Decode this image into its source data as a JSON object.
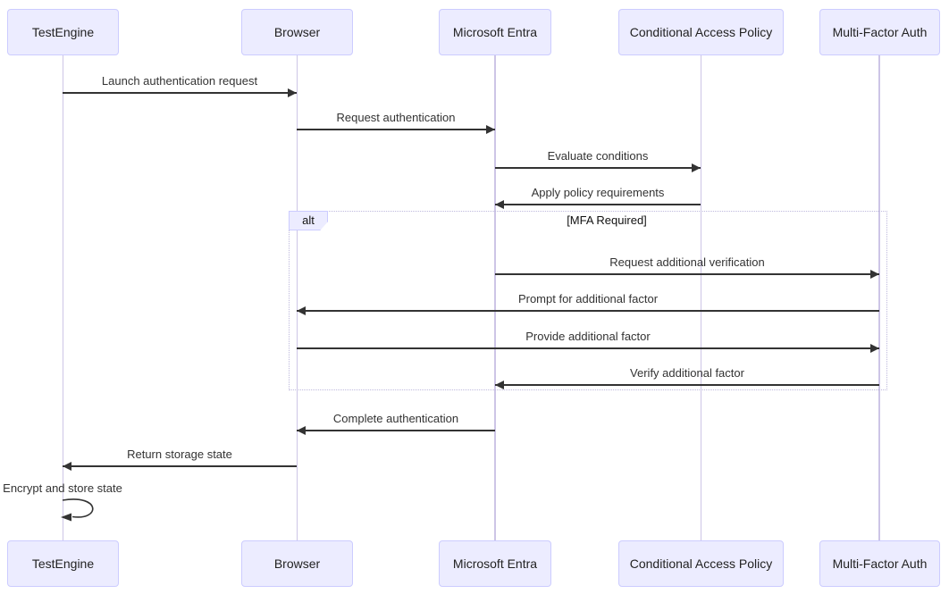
{
  "diagram": {
    "kind": "sequence-diagram",
    "colors": {
      "actor_fill": "#ECECFF",
      "actor_border": "#CCCCFF",
      "lifeline": "#CDC5E6",
      "arrow": "#333333",
      "text": "#333333",
      "frame_border": "#BEB9DD"
    },
    "participants": [
      {
        "name": "TestEngine"
      },
      {
        "name": "Browser"
      },
      {
        "name": "Microsoft Entra"
      },
      {
        "name": "Conditional Access Policy"
      },
      {
        "name": "Multi-Factor Auth"
      }
    ],
    "messages": [
      {
        "from": "TestEngine",
        "to": "Browser",
        "label": "Launch authentication request",
        "style": "solid-arrow"
      },
      {
        "from": "Browser",
        "to": "Microsoft Entra",
        "label": "Request authentication",
        "style": "solid-arrow"
      },
      {
        "from": "Microsoft Entra",
        "to": "Conditional Access Policy",
        "label": "Evaluate conditions",
        "style": "solid-arrow"
      },
      {
        "from": "Conditional Access Policy",
        "to": "Microsoft Entra",
        "label": "Apply policy requirements",
        "style": "solid-arrow"
      },
      {
        "from": "Microsoft Entra",
        "to": "Multi-Factor Auth",
        "label": "Request additional verification",
        "style": "solid-arrow"
      },
      {
        "from": "Multi-Factor Auth",
        "to": "Browser",
        "label": "Prompt for additional factor",
        "style": "solid-arrow"
      },
      {
        "from": "Browser",
        "to": "Multi-Factor Auth",
        "label": "Provide additional factor",
        "style": "solid-arrow"
      },
      {
        "from": "Multi-Factor Auth",
        "to": "Microsoft Entra",
        "label": "Verify additional factor",
        "style": "solid-arrow"
      },
      {
        "from": "Microsoft Entra",
        "to": "Browser",
        "label": "Complete authentication",
        "style": "solid-arrow"
      },
      {
        "from": "Browser",
        "to": "TestEngine",
        "label": "Return storage state",
        "style": "solid-arrow"
      },
      {
        "from": "TestEngine",
        "to": "TestEngine",
        "label": "Encrypt and store state",
        "style": "self-loop"
      }
    ],
    "alt_block": {
      "operator": "alt",
      "condition": "[MFA Required]",
      "message_indexes": [
        4,
        5,
        6,
        7
      ]
    }
  }
}
